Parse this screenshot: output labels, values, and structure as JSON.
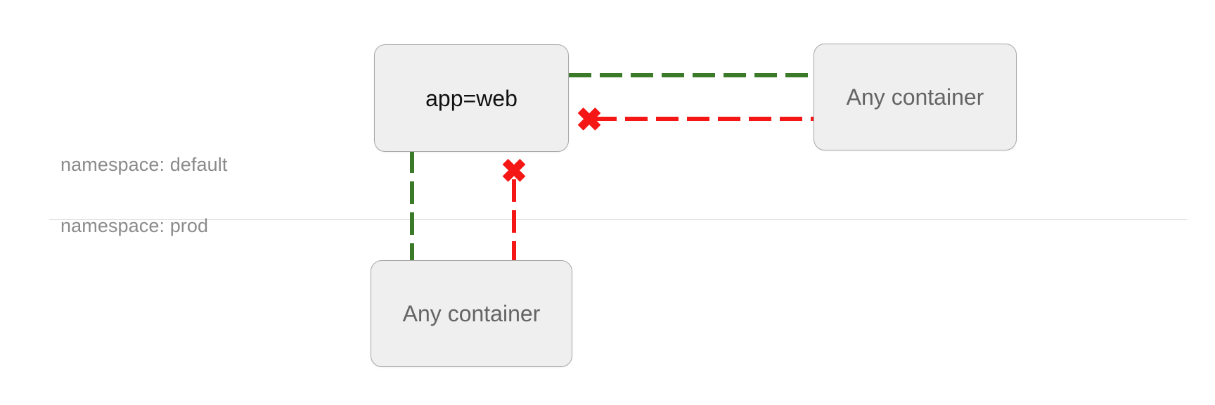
{
  "diagram": {
    "title": "network-policy-namespace-scope",
    "colors": {
      "allow": "#3b7a28",
      "deny": "#f51616",
      "node_fill": "#efefef",
      "node_border": "#a8a8a8",
      "primary_text": "#111111",
      "secondary_text": "#646464",
      "label_text": "#8b8b8b",
      "divider": "#d8d8d8",
      "background": "#ffffff"
    },
    "zones": [
      {
        "id": "zone-default",
        "label": "namespace: default"
      },
      {
        "id": "zone-prod",
        "label": "namespace: prod"
      }
    ],
    "nodes": [
      {
        "id": "node-app-web",
        "label": "app=web",
        "zone": "zone-default",
        "style": "primary"
      },
      {
        "id": "node-right",
        "label": "Any container",
        "zone": "zone-default",
        "style": "generic"
      },
      {
        "id": "node-bottom",
        "label": "Any container",
        "zone": "zone-prod",
        "style": "generic"
      }
    ],
    "edges": [
      {
        "id": "edge-top-right-allow",
        "from": "node-app-web",
        "to": "node-right",
        "state": "allowed",
        "color": "#3b7a28",
        "dashed": true
      },
      {
        "id": "edge-top-right-deny",
        "from": "node-right",
        "to": "node-app-web",
        "state": "blocked",
        "color": "#f51616",
        "dashed": true
      },
      {
        "id": "edge-down-allow",
        "from": "node-app-web",
        "to": "node-bottom",
        "state": "allowed",
        "color": "#3b7a28",
        "dashed": true
      },
      {
        "id": "edge-down-deny",
        "from": "node-bottom",
        "to": "node-app-web",
        "state": "blocked",
        "color": "#f51616",
        "dashed": true
      }
    ],
    "markers": [
      {
        "id": "block-marker-east",
        "glyph": "✖",
        "meaning": "blocked-ingress-from-right-container"
      },
      {
        "id": "block-marker-south",
        "glyph": "✖",
        "meaning": "blocked-ingress-from-prod-container"
      }
    ]
  }
}
